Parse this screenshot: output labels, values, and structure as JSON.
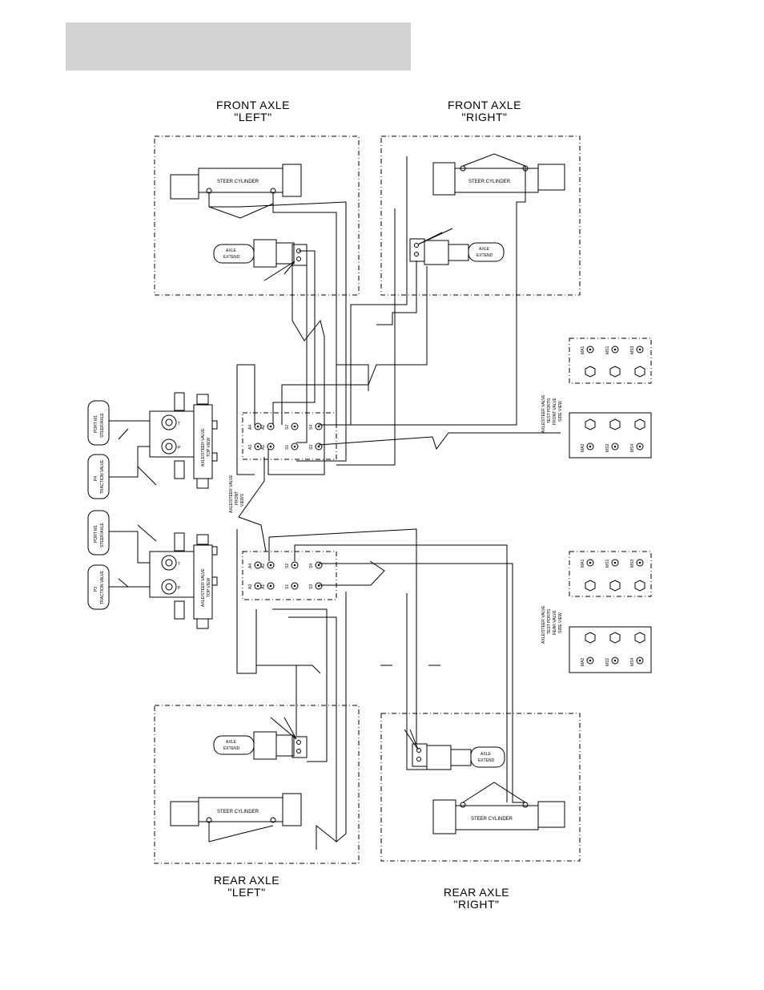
{
  "titles": {
    "front_left": {
      "line1": "FRONT  AXLE",
      "line2": "\"LEFT\""
    },
    "front_right": {
      "line1": "FRONT  AXLE",
      "line2": "\"RIGHT\""
    },
    "rear_left": {
      "line1": "REAR  AXLE",
      "line2": "\"LEFT\""
    },
    "rear_right": {
      "line1": "REAR  AXLE",
      "line2": "\"RIGHT\""
    }
  },
  "components": {
    "steer_cylinder": "STEER CYLINDER",
    "axle_extend_1": "AXLE",
    "axle_extend_2": "EXTEND"
  },
  "valves": {
    "top_view_label": "AXLE/STEER VALVE",
    "top_view_sub": "TOP VIEW",
    "front_views_1": "AXLE/STEER VALVE",
    "front_views_2": "FRONT",
    "front_views_3": "VIEWS",
    "port_t": "T",
    "port_p": "P"
  },
  "side_labels": {
    "port_m1_1": "PORT M1",
    "port_m1_2": "STEER/AXLE",
    "p4_1": "P4",
    "p4_2": "TRACTION VALVE",
    "p3_1": "P3",
    "p3_2": "TRACTION VALVE"
  },
  "ports": {
    "a4": "A4",
    "a2": "A2",
    "s2": "S2",
    "s4": "S4",
    "a3": "A3",
    "a1": "A1",
    "s1": "S1",
    "s3": "S3"
  },
  "test_ports": {
    "front": {
      "l1": "AXLE/STEER VALVE",
      "l2": "TEST PORTS",
      "l3": "FRONT VALVE",
      "l4": "SIDE VIEW"
    },
    "rear": {
      "l1": "AXLE/STEER VALVE",
      "l2": "TEST PORTS",
      "l3": "REAR VALVE",
      "l4": "SIDE VIEW"
    },
    "ma1": "MA1",
    "ms1": "MS1",
    "ms3": "MS3",
    "ma2": "MA2",
    "ms2": "MS2",
    "ms4": "MS4"
  }
}
